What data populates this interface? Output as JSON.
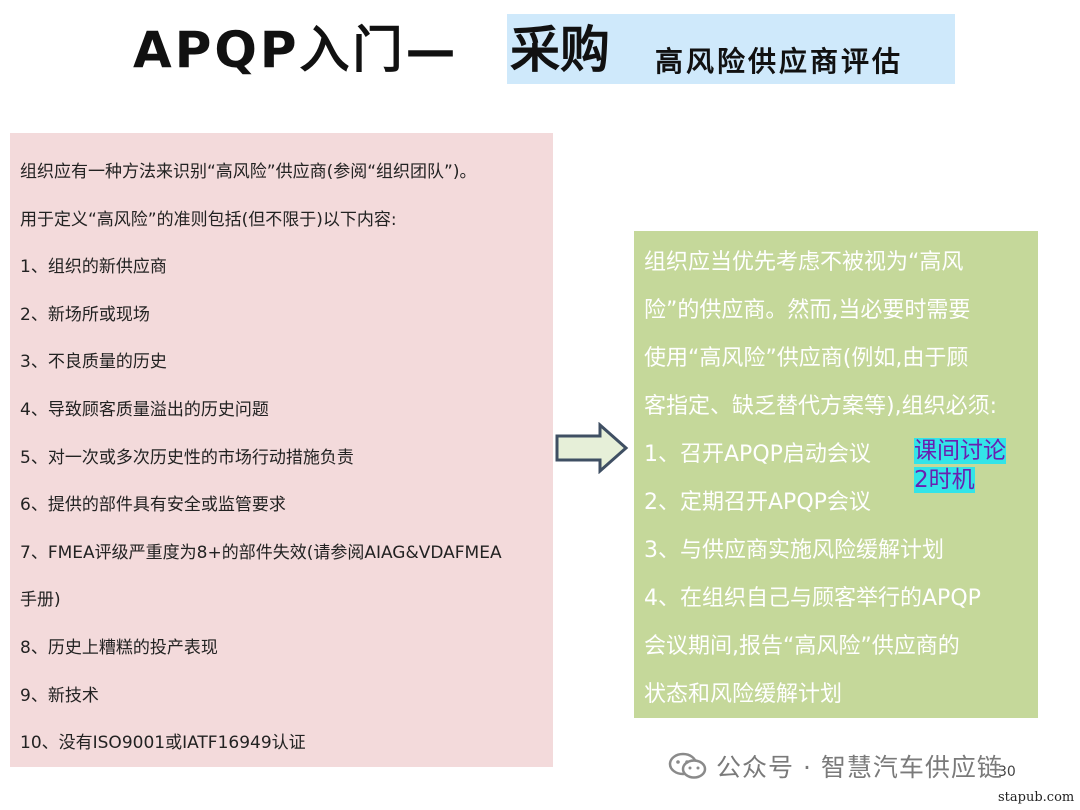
{
  "title": {
    "main": "APQP入门—",
    "accent": "采购",
    "sub": "高风险供应商评估"
  },
  "left_box": {
    "lines": [
      "组织应有一种方法来识别“高风险”供应商(参阅“组织团队”)。",
      "用于定义“高风险”的准则包括(但不限于)以下内容:",
      "1、组织的新供应商",
      "2、新场所或现场",
      "3、不良质量的历史",
      "4、导致顾客质量溢出的历史问题",
      "5、对一次或多次历史性的市场行动措施负责",
      "6、提供的部件具有安全或监管要求",
      "7、FMEA评级严重度为8+的部件失效(请参阅AIAG&VDAFMEA",
      "手册)",
      "8、历史上糟糕的投产表现",
      "9、新技术",
      "10、没有ISO9001或IATF16949认证"
    ]
  },
  "right_box": {
    "lines": [
      "组织应当优先考虑不被视为“高风",
      "险”的供应商。然而,当必要时需要",
      "使用“高风险”供应商(例如,由于顾",
      "客指定、缺乏替代方案等),组织必须:",
      "1、召开APQP启动会议",
      "2、定期召开APQP会议",
      "3、与供应商实施风险缓解计划",
      "4、在组织自己与顾客举行的APQP",
      "会议期间,报告“高风险”供应商的",
      "状态和风险缓解计划"
    ]
  },
  "note": {
    "line1": "课间讨论",
    "line2": "2时机"
  },
  "watermark": "公众号 · 智慧汽车供应链",
  "page_number": "30",
  "site": "stapub.com",
  "colors": {
    "left_box_bg": "#f3dadb",
    "right_box_bg": "#c5d89a",
    "title_highlight": "#cfe9fb",
    "note_highlight": "#33e4e8",
    "note_text": "#6a1fb0"
  },
  "icons": [
    "right-arrow-icon",
    "wechat-icon"
  ]
}
